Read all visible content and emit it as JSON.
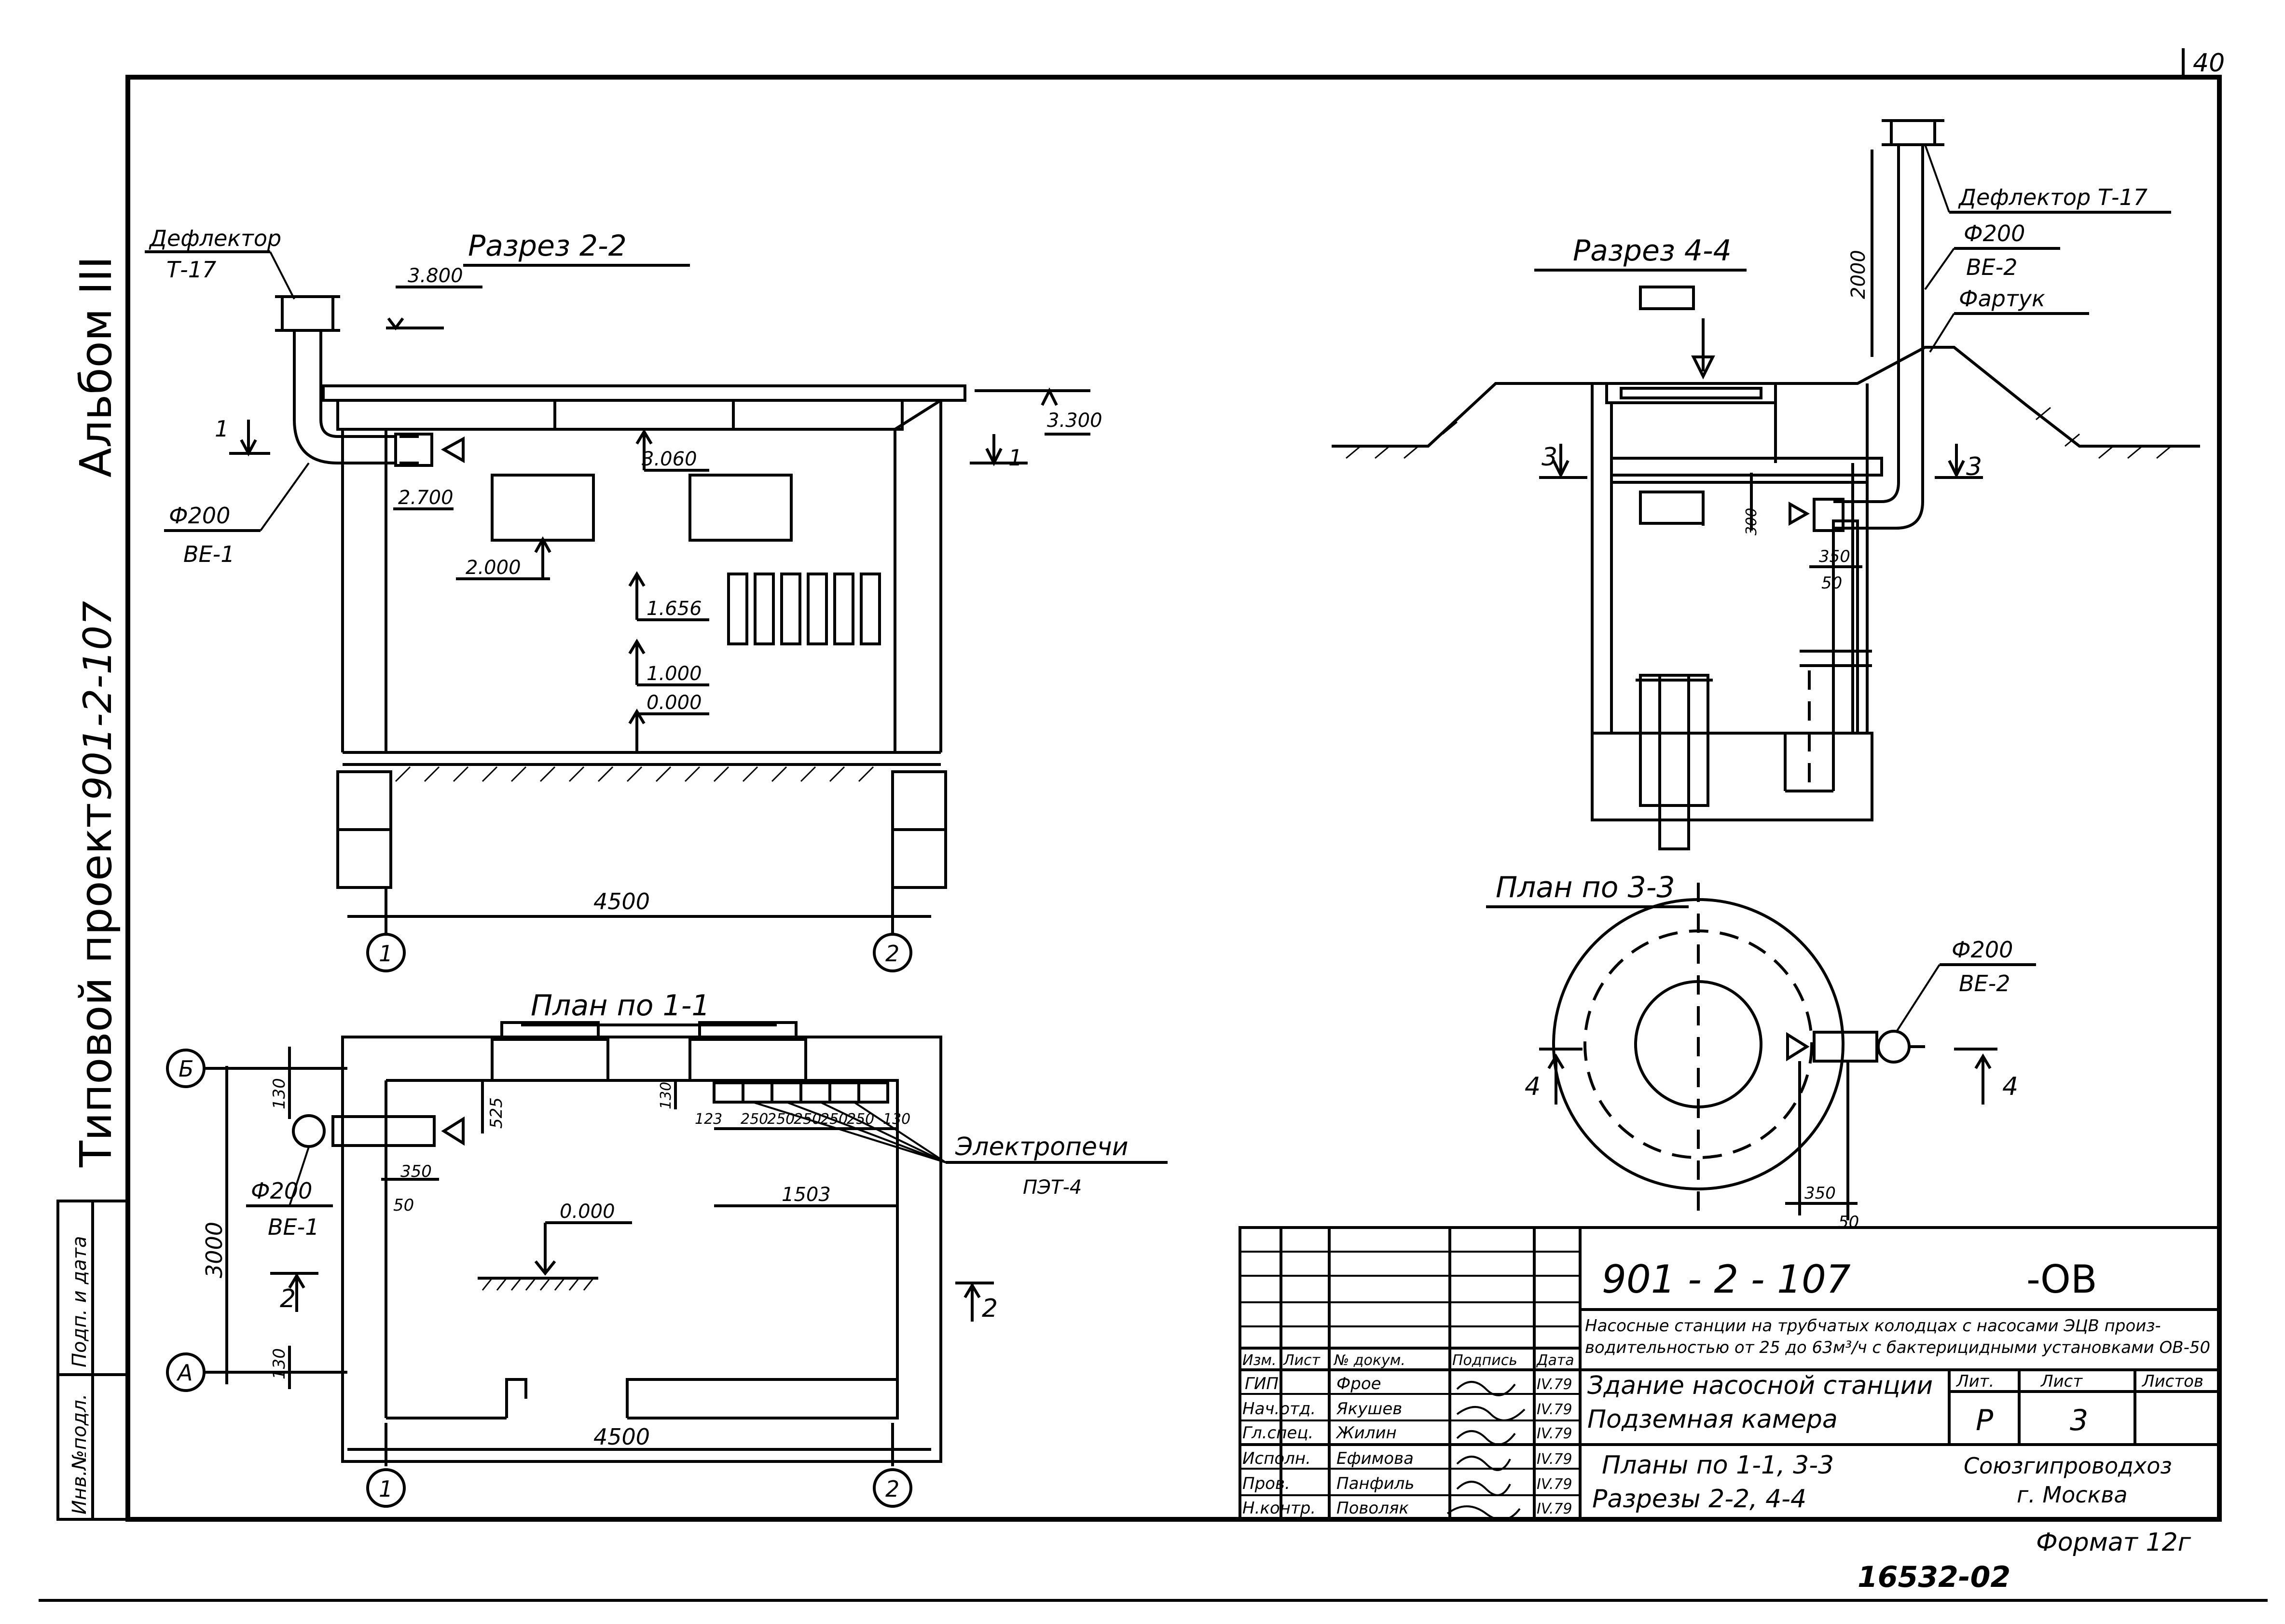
{
  "sheet_corner_number": "40",
  "side_labels": {
    "album": "Альбом III",
    "project_code": "901-2-107",
    "project_type": "Типовой   проект",
    "side_box": [
      "Инв.№подл.",
      "Подп. и дата"
    ]
  },
  "section_2_2": {
    "title": "Разрез 2-2",
    "deflector_label": "Дефлектор",
    "deflector_type": "Т-17",
    "pipe_diameter": "Ф200",
    "pipe_code": "ВЕ-1",
    "elevations": [
      "3.800",
      "3.300",
      "3.060",
      "2.700",
      "2.000",
      "1.656",
      "1.000",
      "0.000"
    ],
    "cut_marks": [
      "1",
      "1"
    ],
    "width_dim": "4500",
    "axes": [
      "1",
      "2"
    ]
  },
  "section_4_4": {
    "title": "Разрез 4-4",
    "deflector_label": "Дефлектор Т-17",
    "pipe_diameter": "Ф200",
    "pipe_code": "ВЕ-2",
    "apron_label": "Фартук",
    "height_dim": "2000",
    "dims": [
      "300",
      "350",
      "50"
    ],
    "cut_marks": [
      "3",
      "3"
    ]
  },
  "plan_1_1": {
    "title": "План по 1-1",
    "heaters_label": "Электропечи",
    "heaters_type": "ПЭТ-4",
    "pipe_diameter": "Ф200",
    "pipe_code": "ВЕ-1",
    "floor_elev": "0.000",
    "dims": [
      "130",
      "525",
      "130",
      "350",
      "50",
      "3000",
      "130",
      "1503",
      "4500"
    ],
    "heater_spacing": [
      "123",
      "250",
      "250",
      "250",
      "250",
      "250",
      "130"
    ],
    "cut_marks": [
      "2",
      "2"
    ],
    "axes": [
      "1",
      "2",
      "Б",
      "А"
    ]
  },
  "plan_3_3": {
    "title": "План по 3-3",
    "pipe_diameter": "Ф200",
    "pipe_code": "ВЕ-2",
    "dims": [
      "350",
      "50"
    ],
    "cut_marks": [
      "4",
      "4"
    ]
  },
  "title_block": {
    "doc_code": "901 - 2 - 107",
    "doc_suffix": "-ОВ",
    "description_line1": "Насосные станции на трубчатых колодцах с насосами ЭЦВ произ-",
    "description_line2": "водительностью от 25 до 63м³/ч с бактерицидными установками ОВ-50",
    "headers": [
      "Изм.",
      "Лист",
      "№ докум.",
      "Подпись",
      "Дата"
    ],
    "rows": [
      {
        "role": "ГИП",
        "name": "Фрое",
        "date": "IV.79"
      },
      {
        "role": "Нач.отд.",
        "name": "Якушев",
        "date": "IV.79"
      },
      {
        "role": "Гл.спец.",
        "name": "Жилин",
        "date": "IV.79"
      },
      {
        "role": "Исполн.",
        "name": "Ефимова",
        "date": "IV.79"
      },
      {
        "role": "Пров.",
        "name": "Панфиль",
        "date": "IV.79"
      },
      {
        "role": "Н.контр.",
        "name": "Поволяк",
        "date": "IV.79"
      }
    ],
    "object_name_line1": "Здание насосной станции",
    "object_name_line2": "Подземная камера",
    "sheet_headers": [
      "Лит.",
      "Лист",
      "Листов"
    ],
    "stage": "Р",
    "sheet_no": "3",
    "content_line1": "Планы по 1-1, 3-3",
    "content_line2": "Разрезы  2-2, 4-4",
    "organization_line1": "Союзгипроводхоз",
    "organization_line2": "г. Москва",
    "format": "Формат 12г",
    "inventory": "16532-02"
  }
}
